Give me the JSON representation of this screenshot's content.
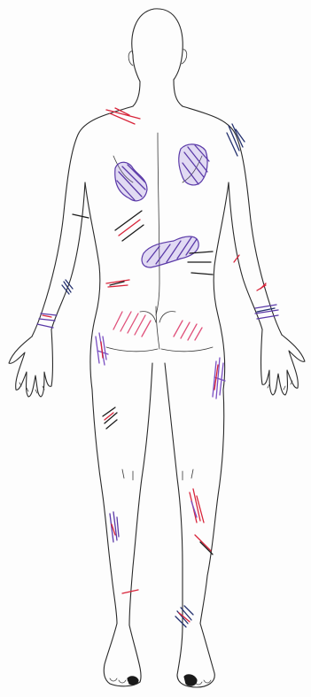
{
  "figure": {
    "view": "posterior",
    "background_color": "#fdfdfd",
    "outline_color": "#2a2a2a"
  },
  "marker_colors": {
    "purple": "#5b3aa8",
    "violet": "#7a4fc2",
    "red": "#d8243a",
    "pink": "#e0507a",
    "black": "#1a1a1a",
    "navy": "#23306e"
  },
  "marked_regions": [
    {
      "region": "left-shoulder-top",
      "color": "red"
    },
    {
      "region": "right-shoulder",
      "color": "purple"
    },
    {
      "region": "left-upper-back",
      "color": "purple"
    },
    {
      "region": "right-upper-back",
      "color": "purple"
    },
    {
      "region": "lower-back",
      "color": "purple"
    },
    {
      "region": "left-flank-strokes",
      "color": "black"
    },
    {
      "region": "right-flank-strokes",
      "color": "black"
    },
    {
      "region": "left-hip",
      "color": "red"
    },
    {
      "region": "left-buttock",
      "color": "pink"
    },
    {
      "region": "right-buttock",
      "color": "pink"
    },
    {
      "region": "left-elbow",
      "color": "navy"
    },
    {
      "region": "left-wrist",
      "color": "purple"
    },
    {
      "region": "right-wrist",
      "color": "purple"
    },
    {
      "region": "right-forearm",
      "color": "red"
    },
    {
      "region": "left-thigh",
      "color": "violet"
    },
    {
      "region": "right-thigh",
      "color": "violet"
    },
    {
      "region": "left-knee",
      "color": "black"
    },
    {
      "region": "left-calf",
      "color": "purple"
    },
    {
      "region": "right-calf",
      "color": "red"
    },
    {
      "region": "left-ankle",
      "color": "red"
    },
    {
      "region": "right-ankle",
      "color": "navy"
    },
    {
      "region": "left-toes",
      "color": "black"
    },
    {
      "region": "right-toes",
      "color": "black"
    }
  ]
}
